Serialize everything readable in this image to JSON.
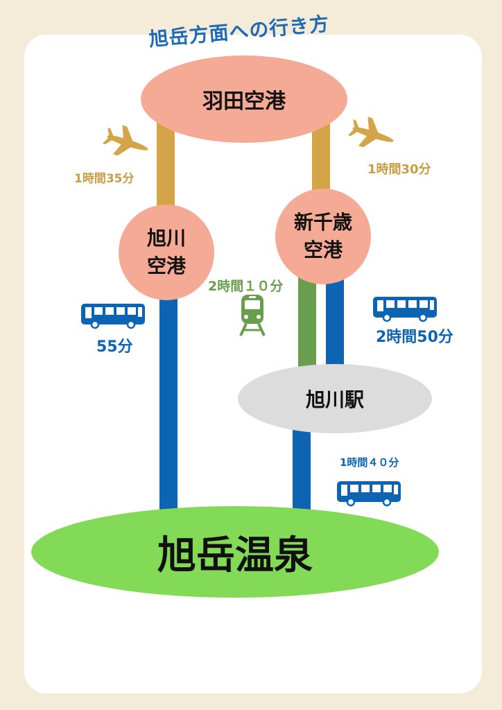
{
  "title": "旭岳方面への行き方",
  "nodes": {
    "haneda": "羽田空港",
    "asahikawa_airport_line1": "旭川",
    "asahikawa_airport_line2": "空港",
    "new_chitose_line1": "新千歳",
    "new_chitose_line2": "空港",
    "asahikawa_station": "旭川駅",
    "asahidake_onsen": "旭岳温泉"
  },
  "routes": {
    "flight_to_asahikawa": "1時間35分",
    "flight_to_new_chitose": "1時間30分",
    "bus_asahikawa_airport": "55分",
    "train_new_chitose": "2時間１０分",
    "bus_new_chitose": "2時間50分",
    "bus_asahikawa_station": "1時間４０分"
  },
  "icons": {
    "plane": "airplane-icon",
    "bus": "bus-icon",
    "train": "train-icon"
  },
  "colors": {
    "background": "#f4ecd8",
    "card": "#ffffff",
    "flight_route": "#d3a548",
    "bus_route": "#0d64b3",
    "train_route": "#6a9e4f",
    "airport_node": "#f5aa95",
    "station_node": "#dcdcdc",
    "destination_node": "#82da57",
    "title": "#1e6ab4"
  }
}
